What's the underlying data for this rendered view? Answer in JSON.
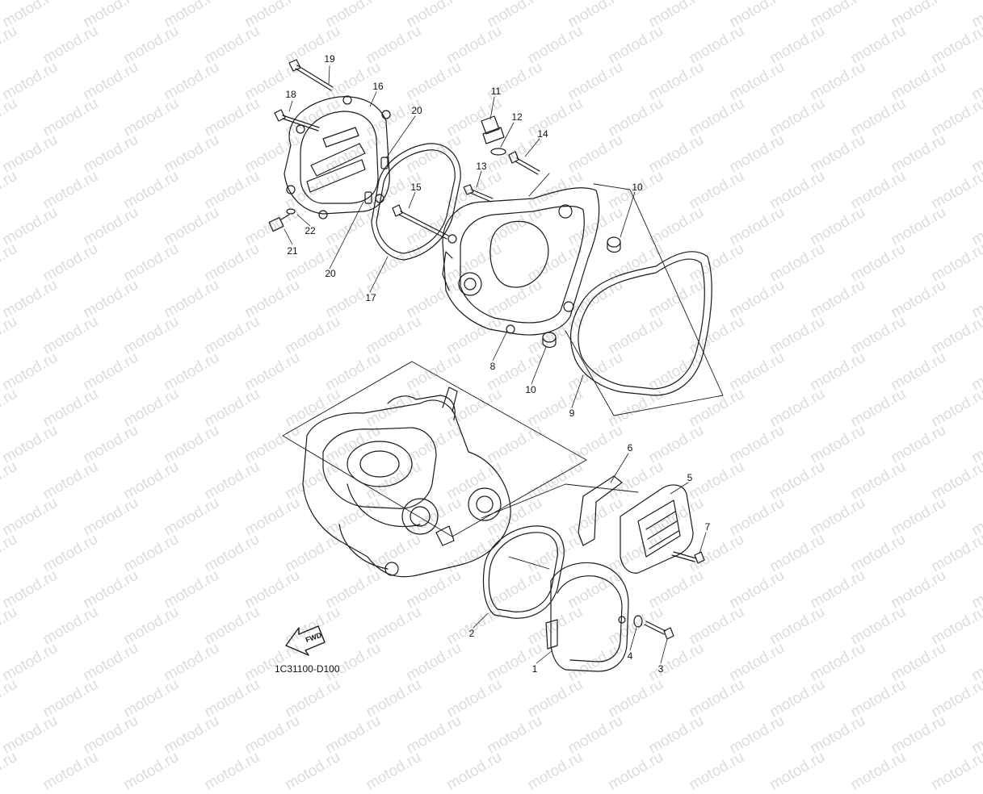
{
  "watermark": "motod.ru",
  "diagram_code": "1C31100-D100",
  "fwd_label": "FWD",
  "callouts": {
    "c1": "1",
    "c2": "2",
    "c3": "3",
    "c4": "4",
    "c5": "5",
    "c6": "6",
    "c7": "7",
    "c8": "8",
    "c9": "9",
    "c10a": "10",
    "c10b": "10",
    "c11": "11",
    "c12": "12",
    "c13": "13",
    "c14": "14",
    "c15": "15",
    "c16": "16",
    "c17": "17",
    "c18": "18",
    "c19": "19",
    "c20a": "20",
    "c20b": "20",
    "c21": "21",
    "c22": "22"
  },
  "colors": {
    "line": "#1a1a1a",
    "watermark": "#dcdcdc",
    "background": "#ffffff"
  }
}
